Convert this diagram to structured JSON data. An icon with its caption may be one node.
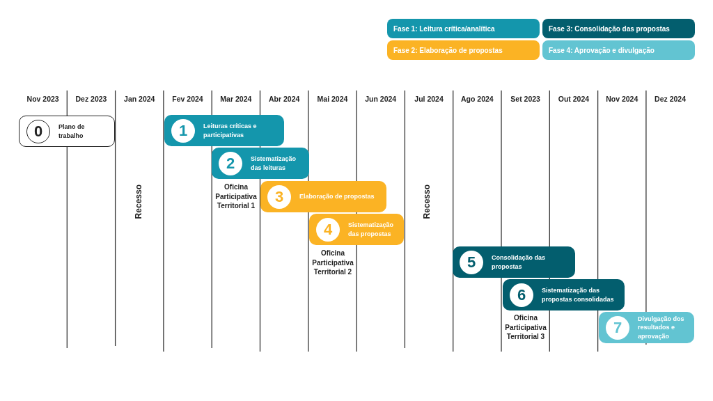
{
  "diagram": {
    "nodes": [
      {
        "text": [
          "0",
          "Plano de trabalho"
        ]
      },
      {
        "text": [
          "1",
          "Leituras críticas e participativas"
        ]
      },
      {
        "text": [
          "2",
          "Sistematização das leituras"
        ]
      },
      {
        "text": [
          "3",
          "Elaboração de propostas"
        ]
      },
      {
        "text": [
          "4",
          "Sistematização das propostas"
        ]
      },
      {
        "text": [
          "5",
          "Consolidação das propostas"
        ]
      },
      {
        "text": [
          "6",
          "Sistematização das propostas consolidadas"
        ]
      },
      {
        "text": [
          "7",
          "Divulgação dos resultados e aprovação"
        ]
      }
    ],
    "edges": [],
    "labels": [
      "Nov 2023",
      "Dez 2023",
      "Jan 2024",
      "Fev 2024",
      "Mar 2024",
      "Abr 2024",
      "Mai 2024",
      "Jun 2024",
      "Jul 2024",
      "Ago 2024",
      "Set 2023",
      "Out 2024",
      "Nov 2024",
      "Dez 2024",
      "Oficina Participativa Territorial 1",
      "Recesso",
      "Recesso",
      "Oficina Participativa Territorial 2",
      "Oficina Participativa Territorial 3"
    ],
    "legend": [
      {
        "text": "Fase 1: Leitura crítica/analítica",
        "color": "#1496ac"
      },
      {
        "text": "Fase 3: Consolidação das propostas",
        "color": "#035e6e"
      },
      {
        "text": "Fase 2: Elaboração de propostas",
        "color": "#fbb324"
      },
      {
        "text": "Fase 4: Aprovação e divulgação",
        "color": "#62c4d2"
      }
    ]
  }
}
